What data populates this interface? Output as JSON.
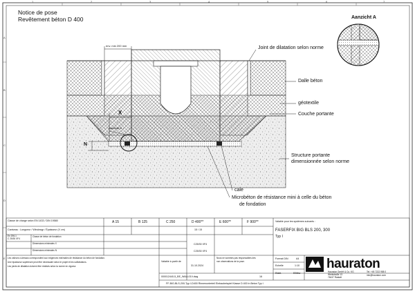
{
  "header": {
    "title_line1": "Notice de pose",
    "title_line2": "Revêtement béton D 400"
  },
  "view_label": "Aanzicht A",
  "ruler_top": [
    "1",
    "2",
    "3",
    "4",
    "5",
    "6",
    "7"
  ],
  "ruler_side": [
    "A",
    "B",
    "C",
    "D",
    "E"
  ],
  "dimensions": {
    "min_width": "env. min 200 mm",
    "x": "X",
    "n": "N",
    "view_ref": "Aanzicht A"
  },
  "callouts": {
    "joint": "Joint de dilatation selon norme",
    "dalle": "Dalle béton",
    "geotextile": "géotextile",
    "couche": "Couche portante",
    "structure_1": "Structure portante",
    "structure_2": "dimensionnée selon norme",
    "cale": "cale",
    "micro_1": "Microbéton de résistance mini à celle du béton",
    "micro_2": "de fondation"
  },
  "title_block": {
    "norm": "Classe de charge selon EN 1433 / DIN 19580",
    "line2": "Caniveau : Longueur / Windowgr / Épaisseur (X cm)",
    "cell_a": "En 206-1",
    "cell_a2": "C 25/30 XF4",
    "row_beton": "Classe de béton de fondation",
    "row_x": "Dimensions minimales X",
    "row_n": "Dimensions minimales N",
    "classes": [
      "A 15",
      "B 125",
      "C 250",
      "D 400**",
      "E 600**",
      "F 900**"
    ],
    "xn_row": [
      "15 / 15"
    ],
    "concrete1": "C25/30 XF4",
    "concrete2": "C25/30 XF4",
    "valid_for": "Valable pour les systèmes suivants :",
    "product": "FASERFIX BIG BLS 200, 300",
    "type": "Typ I",
    "note1": "Les valeurs ci-dessus correspondent aux exigences minimales de résistance du béton de fondation.",
    "note2": "Une épaisseur supérieure peut être nécessaire selon le projet et les sollicitations.",
    "note3": "Les joints de dilatation doivent être réalisés selon la norme en vigueur.",
    "valid_from_label": "Valable à partir de",
    "valid_from": "31.10.2024",
    "no_responsibility": "Nous ne sommes pas responsables des",
    "no_responsibility2": "non observations de la pose.",
    "drawing_file": "000012440-5_BE_WALL01V.dwg",
    "sheet_no": "16",
    "format_label": "Format DIN",
    "format_value": "A4",
    "scale_label": "Echelle",
    "scale_value": "1:10",
    "drawn_label": "Etabl.",
    "drawn_value": "EBlbw",
    "company": "hauraton",
    "address1": "Hauraton GmbH & Co. KG",
    "address2": "Werkstraße 13",
    "address3": "76437 Rastatt",
    "phone": "Tel: +49 7222 958 0",
    "email": "info@hauraton.com",
    "footer": "FF-BIG-BLS-200-Typ I-D400 Rinnenunterteil Einbaubeispiel Klasse D 400 in Beton Typ I"
  }
}
